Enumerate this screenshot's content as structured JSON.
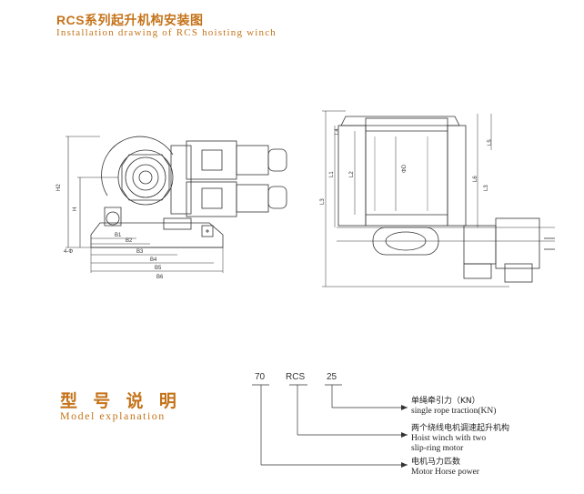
{
  "header": {
    "title_cn": "RCS系列起升机构安装图",
    "title_en": "Installation drawing of RCS hoisting winch"
  },
  "drawing": {
    "left_view": {
      "dimensions": [
        "H2",
        "H",
        "B1",
        "B2",
        "B3",
        "B4",
        "B5",
        "B6",
        "4-Φ"
      ]
    },
    "right_view": {
      "dimensions": [
        "L4",
        "L5",
        "L6",
        "L3",
        "L1",
        "L2",
        "ΦD",
        "L3"
      ]
    }
  },
  "model": {
    "title_cn": "型 号 说 明",
    "title_en": "Model explanation",
    "codes": [
      "70",
      "RCS",
      "25"
    ],
    "explanations": [
      {
        "cn": "单绳牵引力（KN）",
        "en": "single rope traction(KN)"
      },
      {
        "cn": "两个绕线电机调速起升机构",
        "en": "Hoist winch with two",
        "en2": "slip-ring motor"
      },
      {
        "cn": "电机马力匹数",
        "en": "Motor Horse power"
      }
    ]
  }
}
